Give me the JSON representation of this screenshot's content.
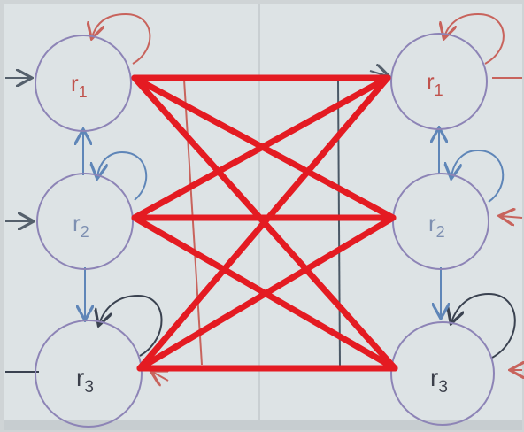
{
  "left_graph": {
    "nodes": [
      {
        "id": "r1",
        "base": "r",
        "sub": "1",
        "color": "#c0524c"
      },
      {
        "id": "r2",
        "base": "r",
        "sub": "2",
        "color": "#7d8fb1"
      },
      {
        "id": "r3",
        "base": "r",
        "sub": "3",
        "color": "#3b3f4a"
      }
    ]
  },
  "right_graph": {
    "nodes": [
      {
        "id": "r1",
        "base": "r",
        "sub": "1",
        "color": "#c0524c"
      },
      {
        "id": "r2",
        "base": "r",
        "sub": "2",
        "color": "#7d8fb1"
      },
      {
        "id": "r3",
        "base": "r",
        "sub": "3",
        "color": "#3b3f4a"
      }
    ]
  },
  "colors": {
    "paper": "#dde3e5",
    "circle": "#8d84b6",
    "red": "#c8635c",
    "blue": "#5f86b8",
    "dark": "#3a4250",
    "overlay": "#e41b22"
  },
  "overlay_edges": [
    [
      "r1",
      "r1"
    ],
    [
      "r1",
      "r2"
    ],
    [
      "r1",
      "r3"
    ],
    [
      "r2",
      "r1"
    ],
    [
      "r2",
      "r2"
    ],
    [
      "r2",
      "r3"
    ],
    [
      "r3",
      "r1"
    ],
    [
      "r3",
      "r2"
    ],
    [
      "r3",
      "r3"
    ]
  ]
}
